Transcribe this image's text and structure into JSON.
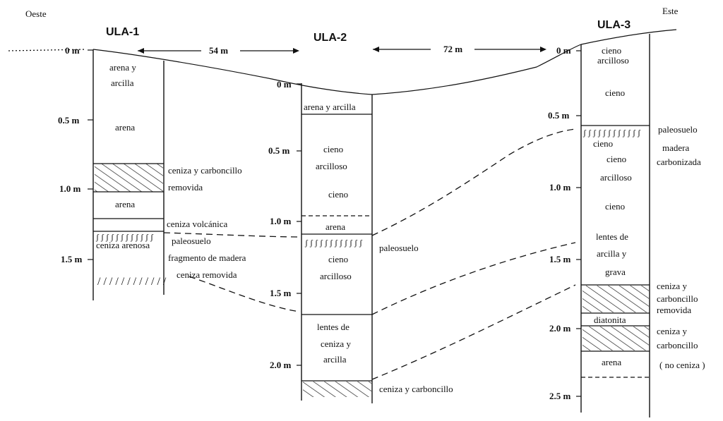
{
  "orientation": {
    "west": "Oeste",
    "east": "Este"
  },
  "wells": [
    {
      "name": "ULA-1"
    },
    {
      "name": "ULA-2"
    },
    {
      "name": "ULA-3"
    }
  ],
  "distances": {
    "ula1_ula2": "54 m",
    "ula2_ula3": "72 m"
  },
  "depth_ticks": {
    "ula1": [
      "0 m",
      "0.5 m",
      "1.0 m",
      "1.5 m"
    ],
    "ula2": [
      "0 m",
      "0.5 m",
      "1.0 m",
      "1.5 m",
      "2.0 m"
    ],
    "ula3": [
      "0 m",
      "0.5 m",
      "1.0 m",
      "1.5 m",
      "2.0 m",
      "2.5 m"
    ]
  },
  "ula1": {
    "layers": [
      "arena y",
      "arcilla",
      "arena",
      "arena",
      "ceniza arenosa"
    ],
    "side": [
      "ceniza y carboncillo",
      "removida",
      "ceniza volcánica",
      "paleosuelo",
      "fragmento de madera",
      "ceniza removida"
    ]
  },
  "ula2": {
    "layers": [
      "arena y arcilla",
      "cieno",
      "arcilloso",
      "cieno",
      "arena",
      "cieno",
      "arcilloso",
      "lentes de",
      "ceniza y",
      "arcilla"
    ],
    "side": [
      "paleosuelo",
      "ceniza y carboncillo"
    ]
  },
  "ula3": {
    "layers": [
      "cieno",
      "arcilloso",
      "cieno",
      "cieno",
      "cieno",
      "arcilloso",
      "cieno",
      "lentes de",
      "arcilla y",
      "grava",
      "diatonita",
      "arena"
    ],
    "side": [
      "paleosuelo",
      "madera",
      "carbonizada",
      "ceniza y",
      "carboncillo",
      "removida",
      "ceniza y",
      "carboncillo",
      "( no ceniza )"
    ]
  }
}
